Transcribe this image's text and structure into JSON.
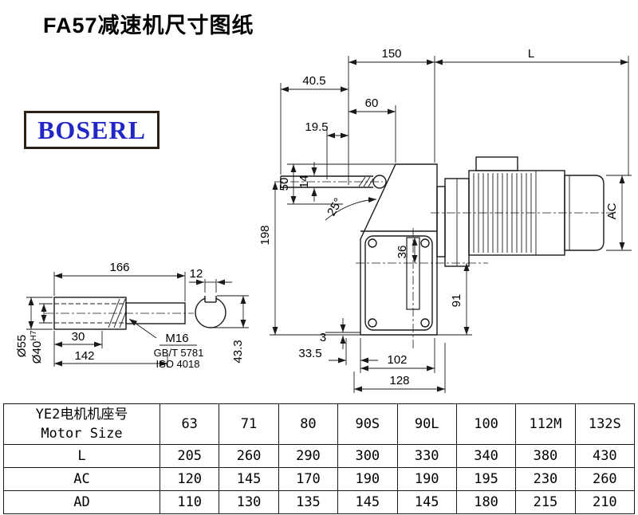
{
  "page": {
    "title": "FA57减速机尺寸图纸"
  },
  "logo": {
    "text": "BOSERL"
  },
  "main_view": {
    "dims": {
      "w150": "150",
      "L": "L",
      "w40_5": "40.5",
      "w60": "60",
      "w19_5": "19.5",
      "h50": "50",
      "h14": "14",
      "angle25": "25°",
      "h198": "198",
      "h36": "36",
      "h91": "91",
      "AC": "AC",
      "b3": "3",
      "b33_5": "33.5",
      "b102": "102",
      "b128": "128"
    }
  },
  "shaft_view": {
    "dims": {
      "len166": "166",
      "key12": "12",
      "len30": "30",
      "len142": "142",
      "dia55": "Ø55",
      "dia40": "Ø40",
      "dia40_tol": "H7",
      "key43_3": "43.3",
      "thread": "M16",
      "std_gb": "GB/T 5781",
      "std_iso": "ISO 4018"
    }
  },
  "table": {
    "header": {
      "line1": "YE2电机机座号",
      "line2": "Motor Size"
    },
    "sizes": [
      "63",
      "71",
      "80",
      "90S",
      "90L",
      "100",
      "112M",
      "132S"
    ],
    "rows": [
      {
        "label": "L",
        "values": [
          "205",
          "260",
          "290",
          "300",
          "330",
          "340",
          "380",
          "430"
        ]
      },
      {
        "label": "AC",
        "values": [
          "120",
          "145",
          "170",
          "190",
          "190",
          "195",
          "230",
          "260"
        ]
      },
      {
        "label": "AD",
        "values": [
          "110",
          "130",
          "135",
          "145",
          "145",
          "180",
          "215",
          "210"
        ]
      }
    ]
  }
}
